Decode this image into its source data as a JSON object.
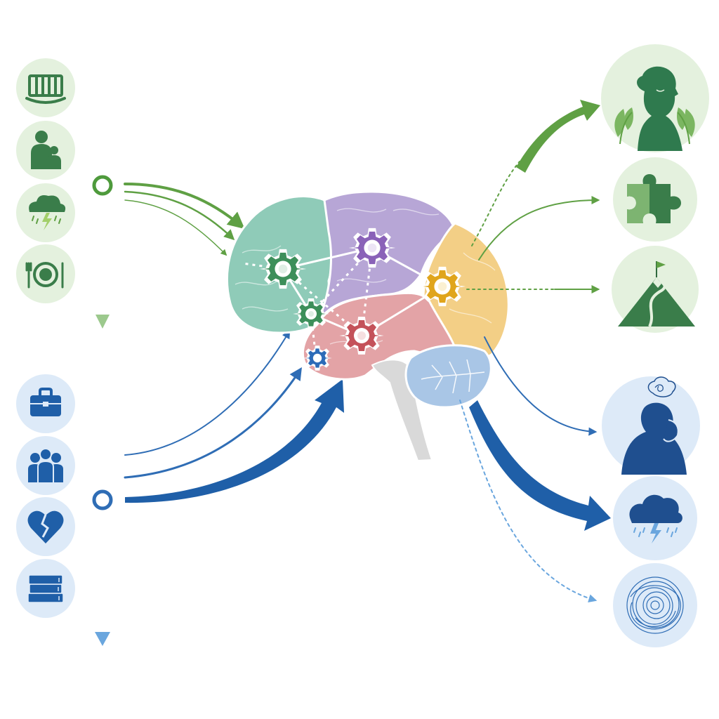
{
  "colors": {
    "green_dark": "#3a7d4a",
    "green_mid": "#5fa044",
    "green_light": "#e4f1de",
    "blue_dark": "#1f5fa8",
    "blue_mid": "#2f6db5",
    "blue_light": "#ddeaf8",
    "brain_teal": "#8fcbb8",
    "brain_purple": "#b7a6d6",
    "brain_pink": "#e3a3a6",
    "brain_yellow": "#f3cf86",
    "cerebellum": "#a9c6e6",
    "stem": "#d9d9d9",
    "gear_green": "#3d8f5a",
    "gear_purple": "#8a62b8",
    "gear_red": "#c4525a",
    "gear_gold": "#e0a51c",
    "gear_blue": "#2c6bb8"
  },
  "inputs": {
    "positive": [
      "crib-icon",
      "parent-and-child-icon",
      "storm-cloud-icon",
      "plate-and-cutlery-icon"
    ],
    "negative": [
      "briefcase-icon",
      "people-group-icon",
      "broken-heart-icon",
      "stacked-books-icon"
    ]
  },
  "outcomes": {
    "positive": [
      "calm-person-with-leaves-icon",
      "puzzle-piece-icon",
      "mountain-summit-flag-icon"
    ],
    "negative": [
      "stressed-person-icon",
      "storm-cloud-icon",
      "tangled-spiral-icon"
    ]
  },
  "brain": {
    "regions": [
      "frontal-region",
      "parietal-region",
      "temporal-region",
      "occipital-region",
      "cerebellum",
      "brain-stem"
    ],
    "gears": [
      "gear-green-large",
      "gear-purple",
      "gear-gold",
      "gear-green-small",
      "gear-red",
      "gear-blue-small"
    ]
  }
}
